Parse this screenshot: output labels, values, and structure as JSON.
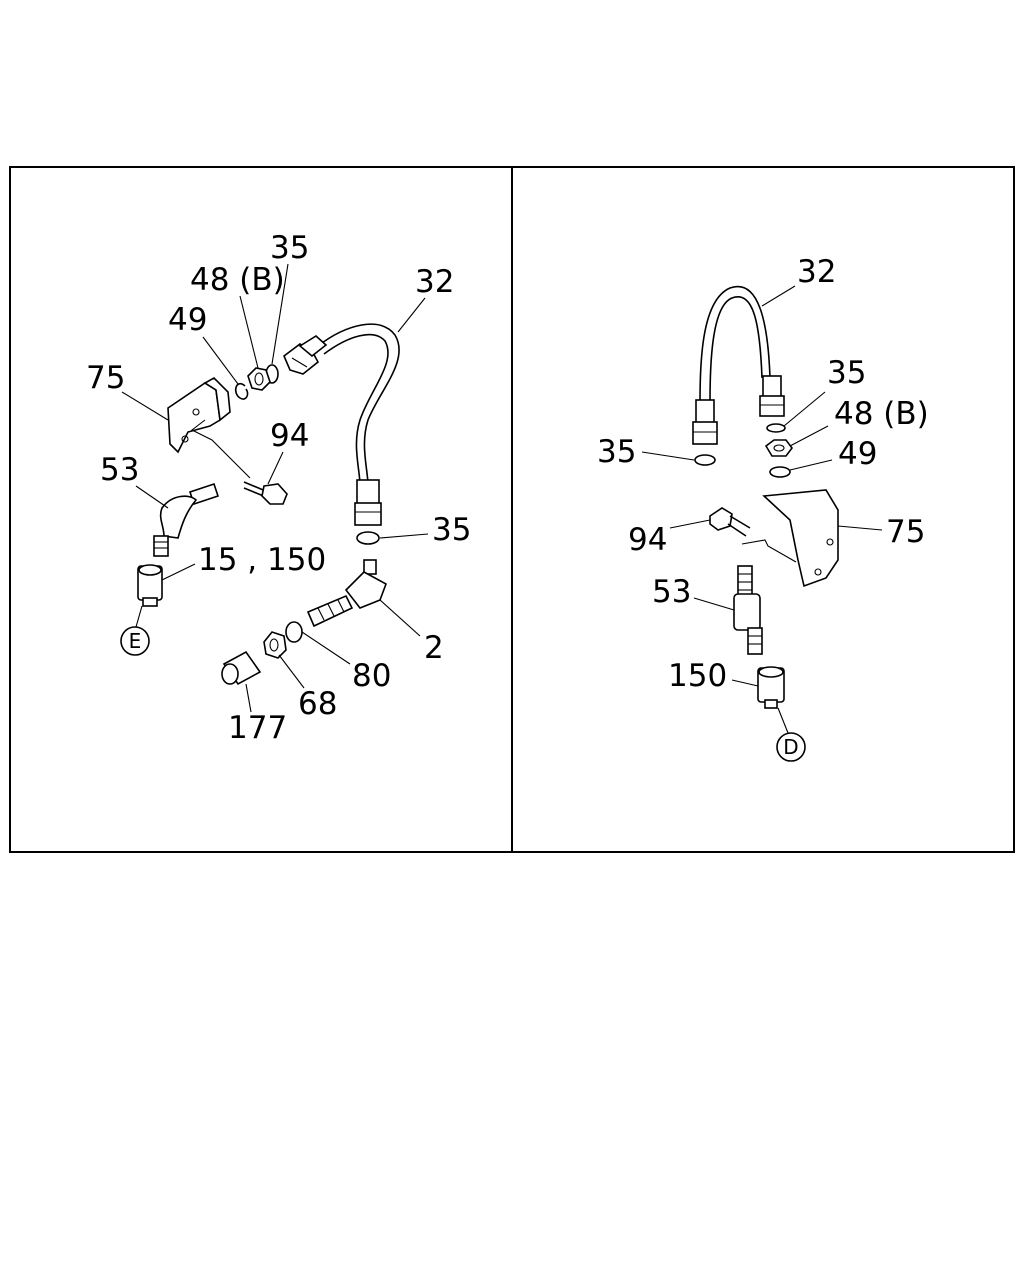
{
  "left_panel": {
    "labels": {
      "pipe": "32",
      "washer_top": "35",
      "nut_b": "48 (B)",
      "lock_washer": "49",
      "bracket": "75",
      "bolt": "94",
      "hose": "53",
      "connector": "15 , 150",
      "washer_lower": "35",
      "union": "2",
      "washer_80": "80",
      "nut_68": "68",
      "connector_177": "177",
      "ref_marker": "E"
    }
  },
  "right_panel": {
    "labels": {
      "pipe": "32",
      "washer_right": "35",
      "nut_b": "48 (B)",
      "lock_washer": "49",
      "washer_left": "35",
      "bolt": "94",
      "bracket": "75",
      "hose": "53",
      "connector": "150",
      "ref_marker": "D"
    }
  }
}
